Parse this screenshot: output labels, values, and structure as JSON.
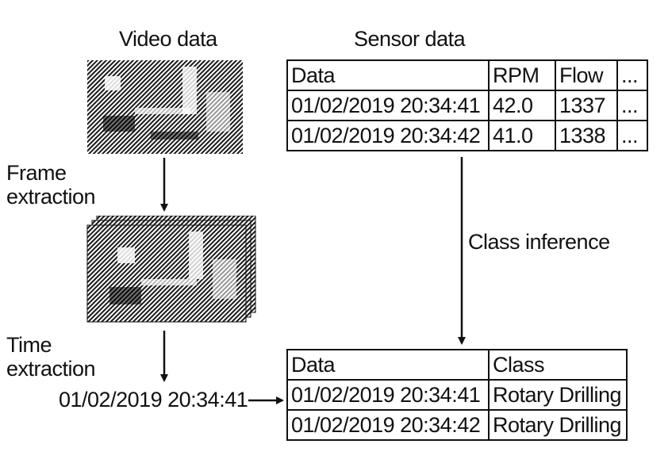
{
  "labels": {
    "video": "Video data",
    "sensor": "Sensor data",
    "frame_line1": "Frame",
    "frame_line2": "extraction",
    "time_line1": "Time",
    "time_line2": "extraction",
    "class_inference": "Class inference",
    "timestamp": "01/02/2019 20:34:41"
  },
  "sensor_table": {
    "header": [
      "Data",
      "RPM",
      "Flow",
      "..."
    ],
    "rows": [
      [
        "01/02/2019 20:34:41",
        "42.0",
        "1337",
        "..."
      ],
      [
        "01/02/2019 20:34:42",
        "41.0",
        "1338",
        "..."
      ]
    ]
  },
  "class_table": {
    "header": [
      "Data",
      "Class"
    ],
    "rows": [
      [
        "01/02/2019 20:34:41",
        "Rotary Drilling"
      ],
      [
        "01/02/2019 20:34:42",
        "Rotary Drilling"
      ]
    ]
  }
}
